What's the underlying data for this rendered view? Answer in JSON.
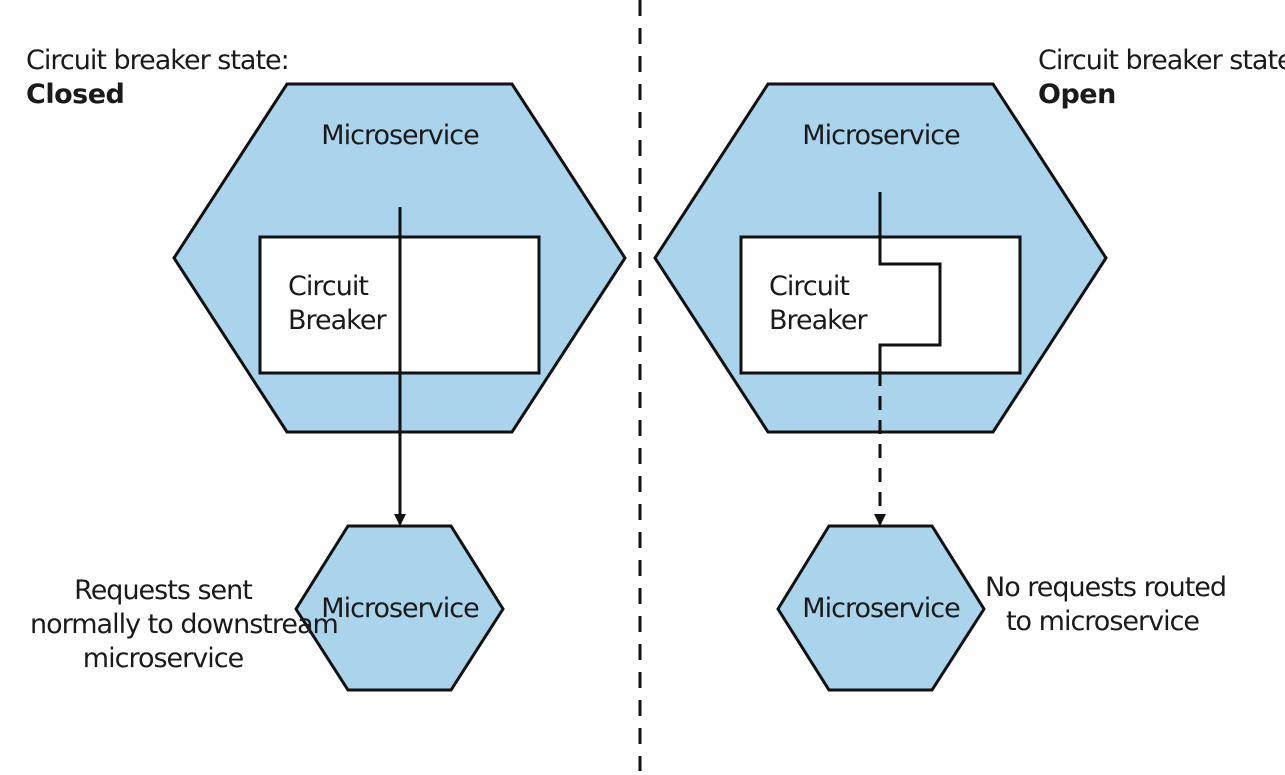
{
  "colors": {
    "hexagon_fill": "#a9d4eb",
    "stroke": "#111111",
    "box_fill": "#ffffff"
  },
  "left_panel": {
    "state_title": "Circuit breaker state:",
    "state_value": "Closed",
    "outer_service_label": "Microservice",
    "breaker_label_line1": "Circuit",
    "breaker_label_line2": "Breaker",
    "downstream_service_label": "Microservice",
    "caption_line1": "Requests sent",
    "caption_line2": "normally to downstream",
    "caption_line3": "microservice"
  },
  "right_panel": {
    "state_title": "Circuit breaker state:",
    "state_value": "Open",
    "outer_service_label": "Microservice",
    "breaker_label_line1": "Circuit",
    "breaker_label_line2": "Breaker",
    "downstream_service_label": "Microservice",
    "caption_line1": "No requests routed",
    "caption_line2": "to microservice"
  }
}
